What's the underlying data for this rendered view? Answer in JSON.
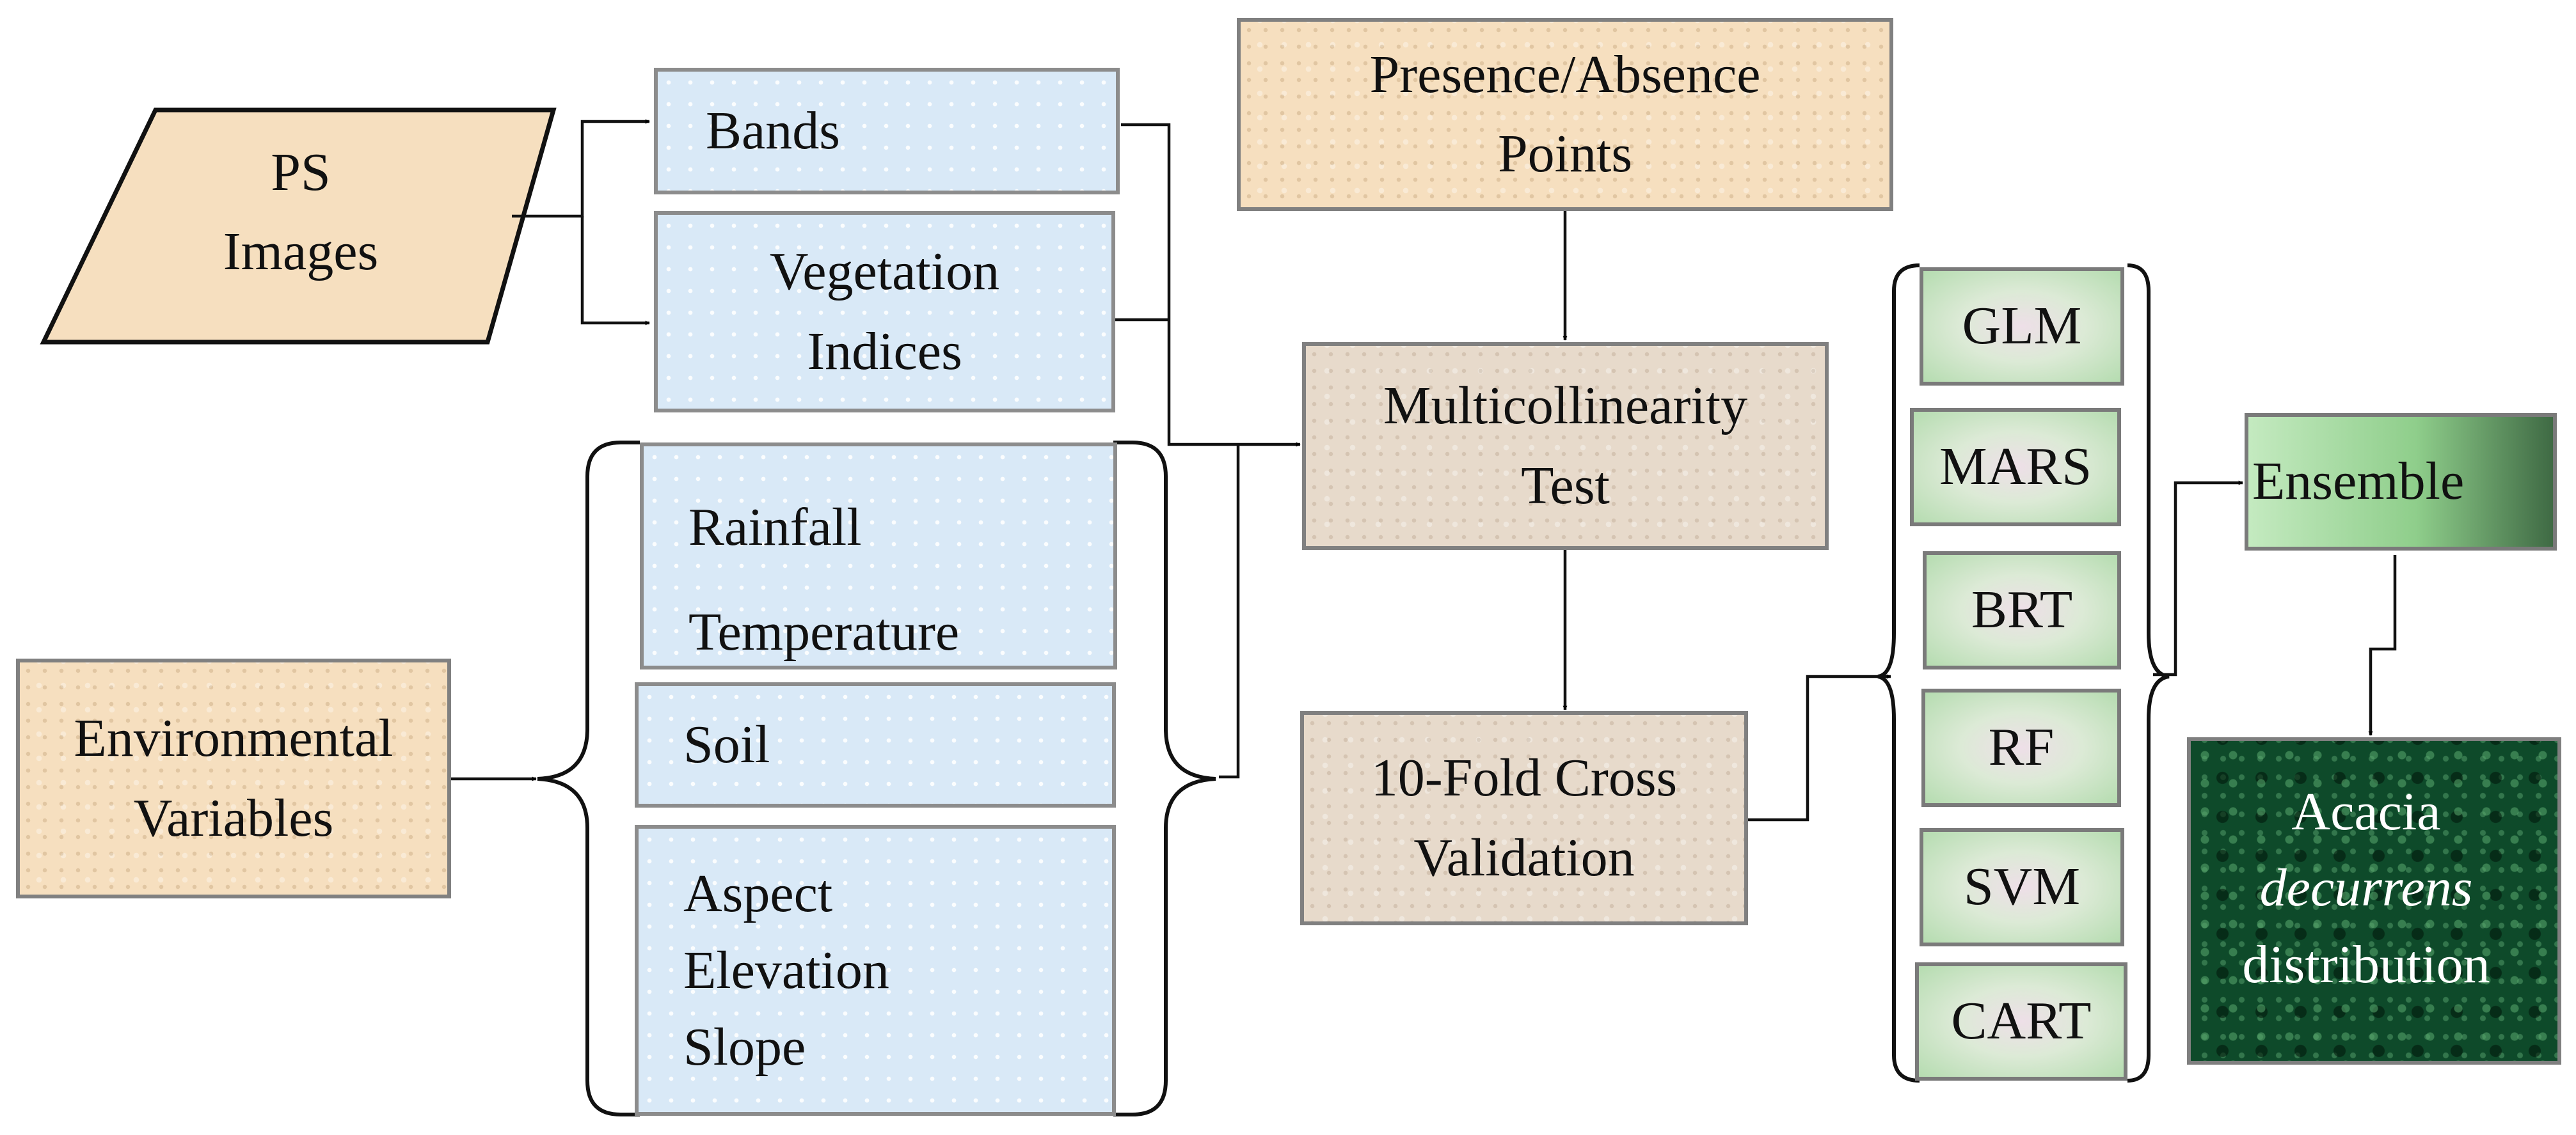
{
  "inputs": {
    "ps_images": [
      "PS",
      "Images"
    ],
    "presence_absence": [
      "Presence/Absence",
      "Points"
    ],
    "environmental_variables": [
      "Environmental",
      "Variables"
    ]
  },
  "image_features": {
    "bands": "Bands",
    "vegetation_indices": [
      "Vegetation",
      "Indices"
    ]
  },
  "environmental_groups": {
    "climate": [
      "Rainfall",
      "Temperature"
    ],
    "soil": "Soil",
    "topography": [
      "Aspect",
      "Elevation",
      "Slope"
    ]
  },
  "process": {
    "multicollinearity": [
      "Multicollinearity",
      "Test"
    ],
    "cross_validation": [
      "10-Fold Cross",
      "Validation"
    ]
  },
  "models": [
    "GLM",
    "MARS",
    "BRT",
    "RF",
    "SVM",
    "CART"
  ],
  "ensemble": "Ensemble",
  "output": {
    "line1": "Acacia",
    "line2": "decurrens",
    "line3": "distribution"
  }
}
